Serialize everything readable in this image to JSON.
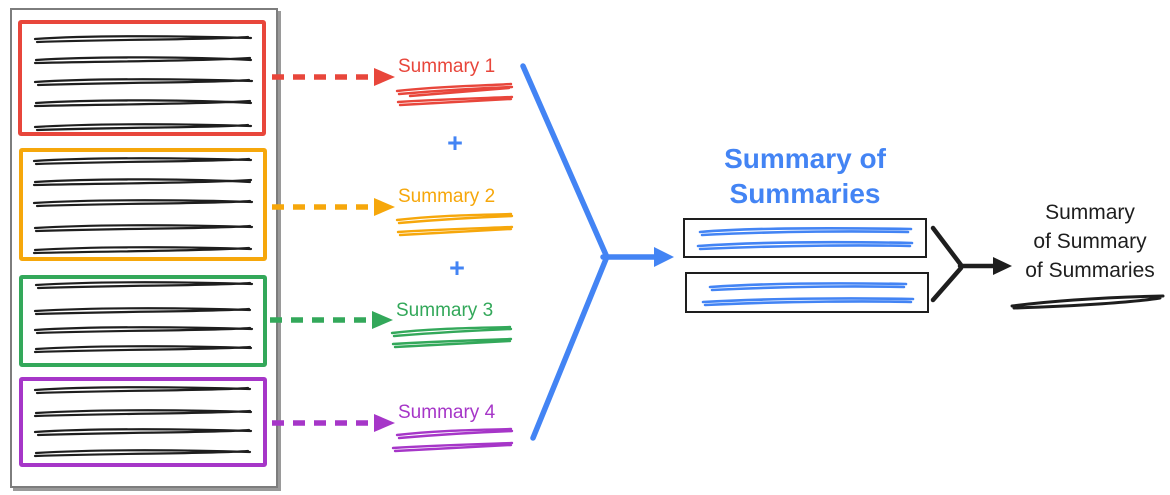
{
  "colors": {
    "red": "#E8463B",
    "orange": "#F6A70B",
    "green": "#33A85A",
    "purple": "#A636C8",
    "blue": "#4384F4",
    "ink": "#1E1E1E"
  },
  "source_documents": [
    {
      "id": "document-1",
      "color": "red"
    },
    {
      "id": "document-2",
      "color": "orange"
    },
    {
      "id": "document-3",
      "color": "green"
    },
    {
      "id": "document-4",
      "color": "purple"
    }
  ],
  "summaries": [
    {
      "label": "Summary 1",
      "color": "red"
    },
    {
      "label": "Summary 2",
      "color": "orange"
    },
    {
      "label": "Summary 3",
      "color": "green"
    },
    {
      "label": "Summary 4",
      "color": "purple"
    }
  ],
  "plus_sign": "+",
  "stage2_title": {
    "line1": "Summary of",
    "line2": "Summaries"
  },
  "stage3_title": {
    "line1": "Summary",
    "line2": "of Summary",
    "line3": "of Summaries"
  }
}
